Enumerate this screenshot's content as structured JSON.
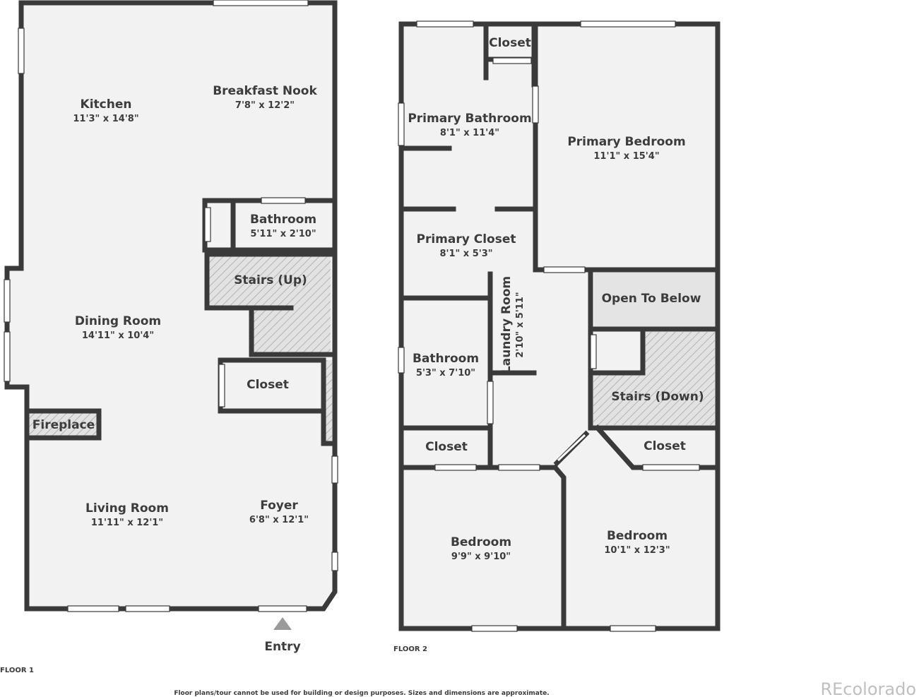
{
  "floors": [
    {
      "label": "FLOOR 1",
      "entry_label": "Entry",
      "rooms": [
        {
          "key": "kitchen",
          "name": "Kitchen",
          "dim": "11'3\" x 14'8\""
        },
        {
          "key": "breakfast",
          "name": "Breakfast Nook",
          "dim": "7'8\" x 12'2\""
        },
        {
          "key": "bath1",
          "name": "Bathroom",
          "dim": "5'11\" x 2'10\""
        },
        {
          "key": "stairs_up",
          "name": "Stairs (Up)",
          "dim": ""
        },
        {
          "key": "dining",
          "name": "Dining Room",
          "dim": "14'11\" x 10'4\""
        },
        {
          "key": "closet1",
          "name": "Closet",
          "dim": ""
        },
        {
          "key": "fireplace",
          "name": "Fireplace",
          "dim": ""
        },
        {
          "key": "living",
          "name": "Living Room",
          "dim": "11'11\" x 12'1\""
        },
        {
          "key": "foyer",
          "name": "Foyer",
          "dim": "6'8\" x 12'1\""
        }
      ]
    },
    {
      "label": "FLOOR 2",
      "rooms": [
        {
          "key": "closet_top",
          "name": "Closet",
          "dim": ""
        },
        {
          "key": "primary_bath",
          "name": "Primary Bathroom",
          "dim": "8'1\" x 11'4\""
        },
        {
          "key": "primary_bed",
          "name": "Primary Bedroom",
          "dim": "11'1\" x 15'4\""
        },
        {
          "key": "primary_closet",
          "name": "Primary Closet",
          "dim": "8'1\" x 5'3\""
        },
        {
          "key": "laundry",
          "name": "Laundry Room",
          "dim": "2'10\" x 5'11\""
        },
        {
          "key": "open_below",
          "name": "Open To Below",
          "dim": ""
        },
        {
          "key": "bath2",
          "name": "Bathroom",
          "dim": "5'3\" x 7'10\""
        },
        {
          "key": "stairs_down",
          "name": "Stairs (Down)",
          "dim": ""
        },
        {
          "key": "closet_left",
          "name": "Closet",
          "dim": ""
        },
        {
          "key": "closet_right",
          "name": "Closet",
          "dim": ""
        },
        {
          "key": "bed_left",
          "name": "Bedroom",
          "dim": "9'9\" x 9'10\""
        },
        {
          "key": "bed_right",
          "name": "Bedroom",
          "dim": "10'1\" x 12'3\""
        }
      ]
    }
  ],
  "disclaimer": "Floor plans/tour cannot be used for building or design purposes. Sizes and dimensions are approximate.",
  "brand": "REcolorado",
  "colors": {
    "wall": "#3a3a3a",
    "floor": "#f2f2f2",
    "shade": "#e6e6e6",
    "text": "#3c3c3c",
    "brand": "#c0c0c0"
  }
}
